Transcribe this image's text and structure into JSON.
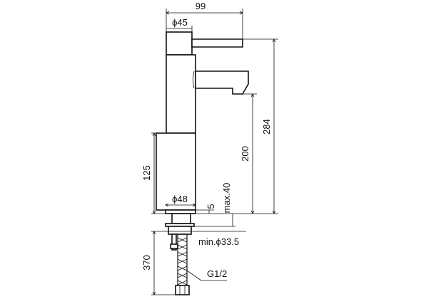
{
  "dimensions": {
    "overall_reach": "99",
    "handle_diameter": "ϕ45",
    "overall_height": "284",
    "spout_height": "200",
    "body_height": "125",
    "base_diameter": "ϕ48",
    "max_deck_thickness": "max.40",
    "base_gap": "5",
    "min_hole_diameter": "min.ϕ33.5",
    "hose_length": "370",
    "connection_thread": "G1/2"
  }
}
